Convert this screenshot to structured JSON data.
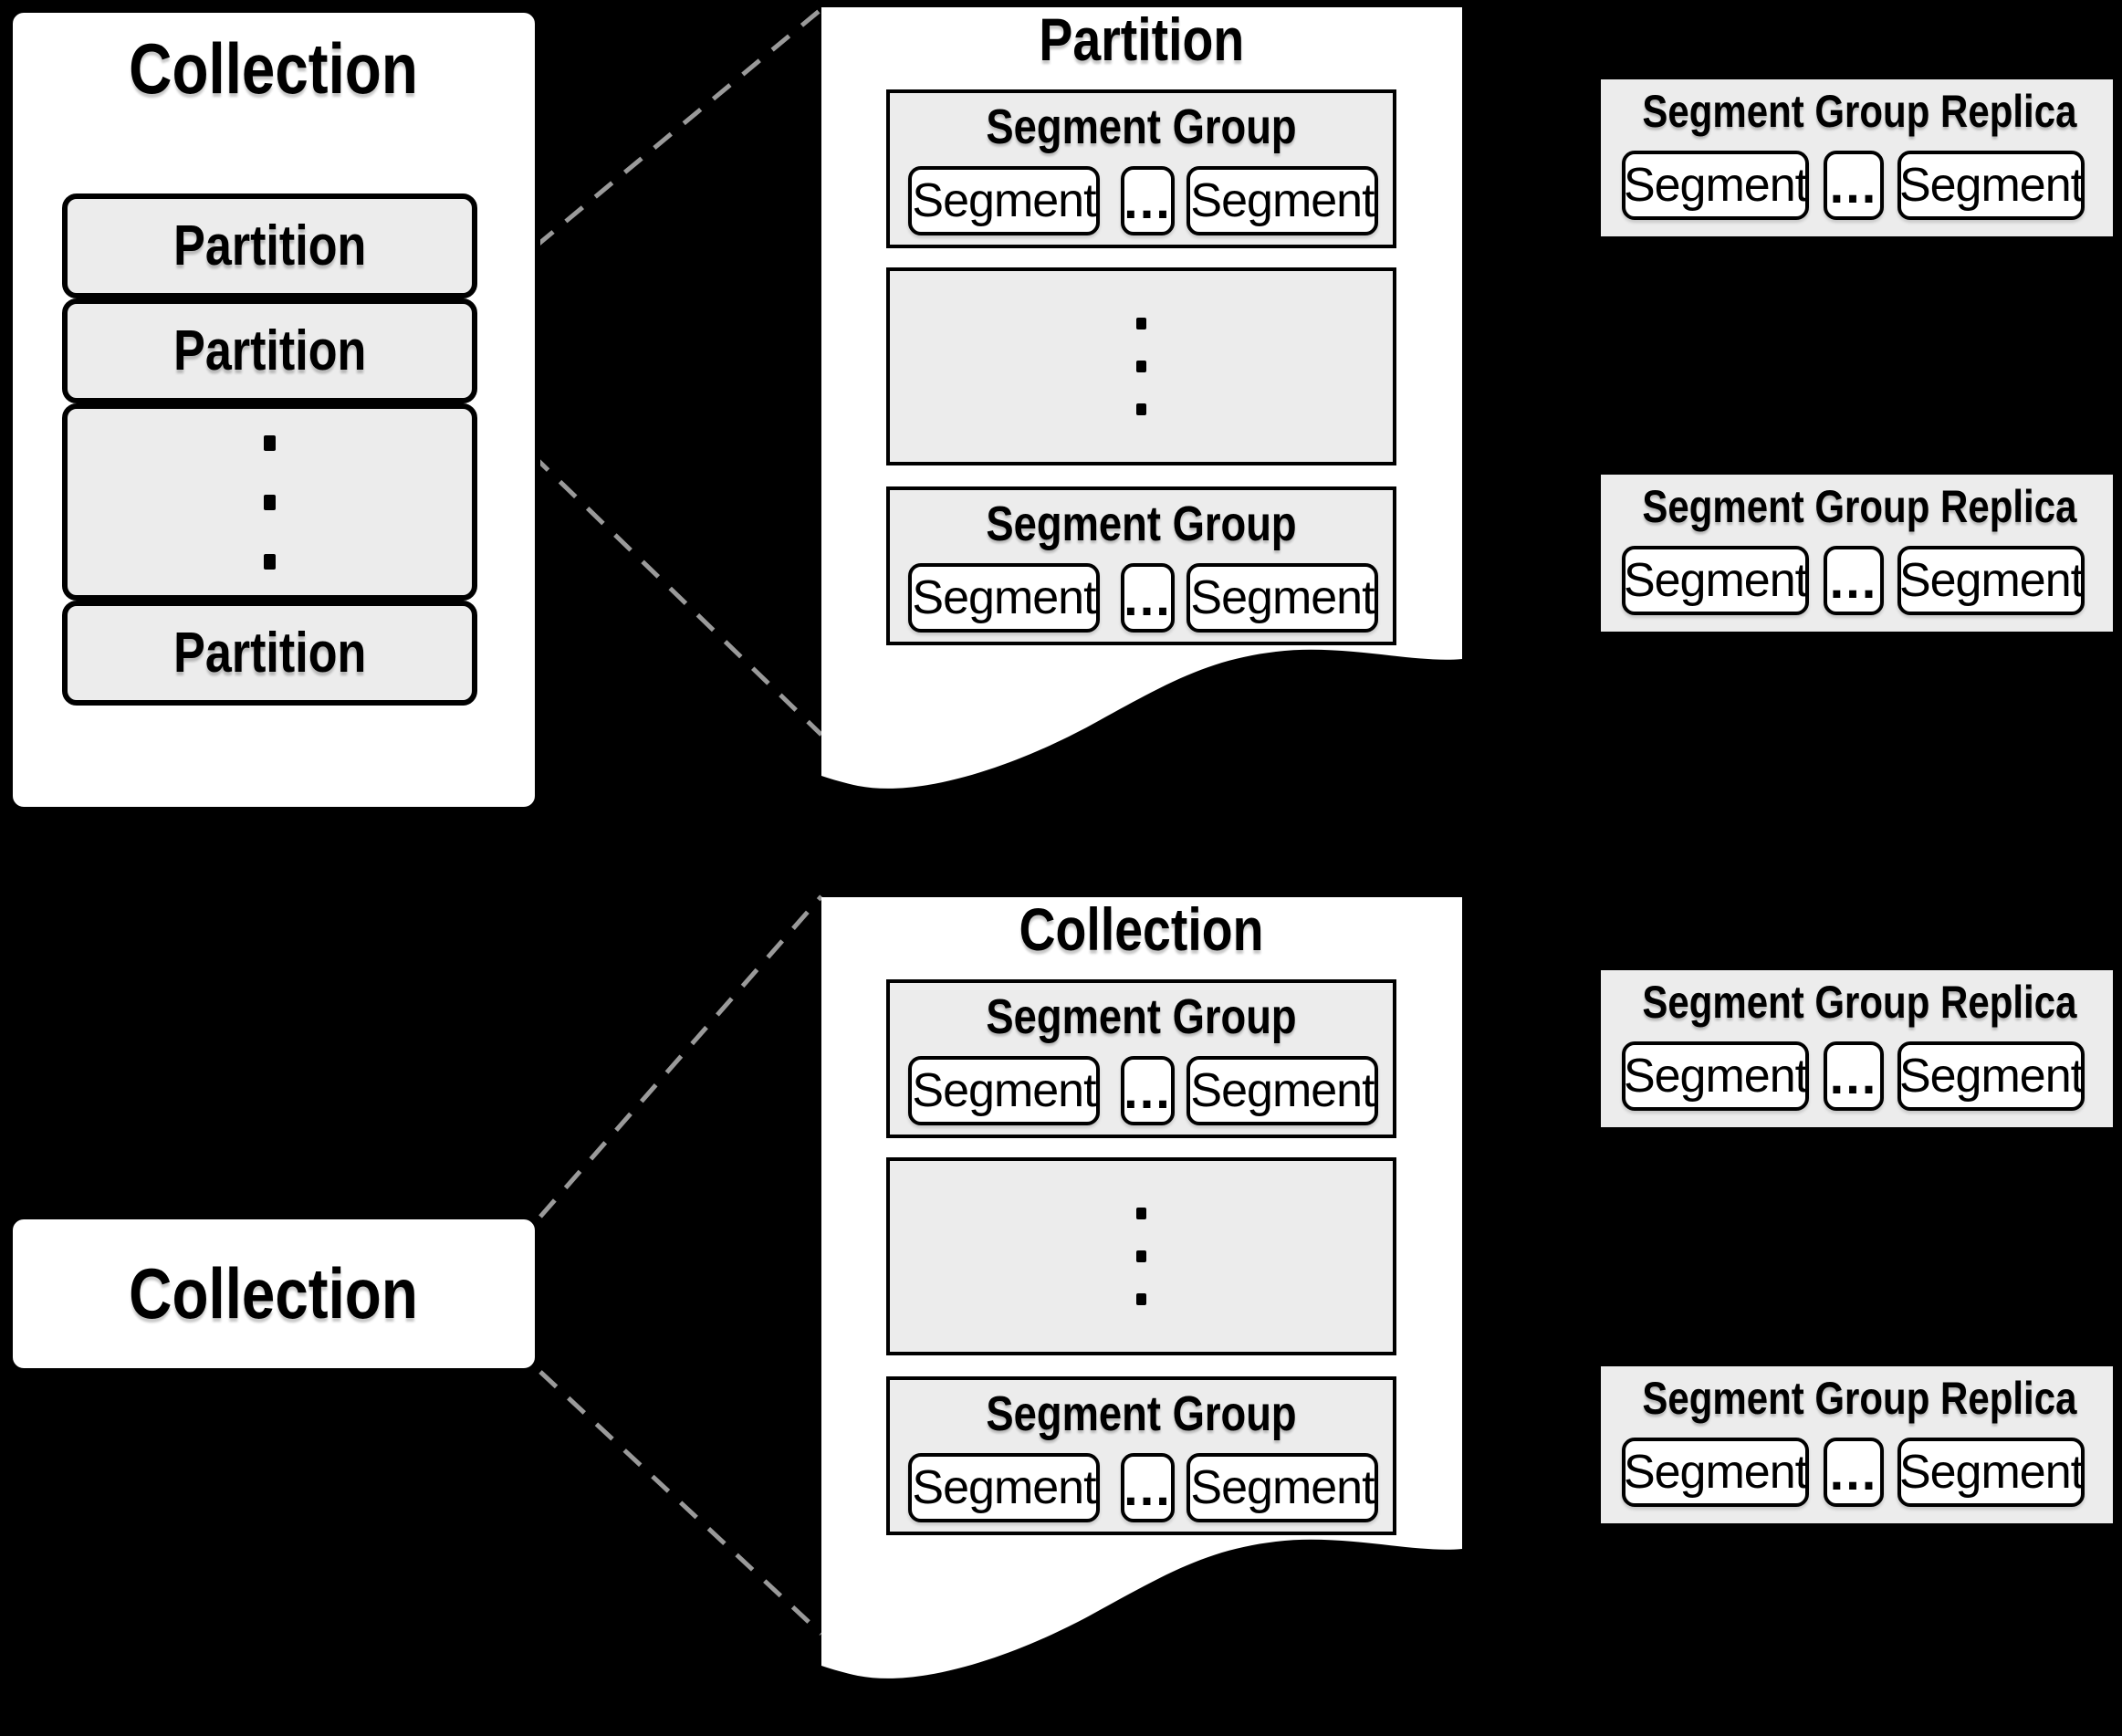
{
  "colors": {
    "background": "#000000",
    "page_fill": "#ffffff",
    "panel_fill": "#ececec",
    "border": "#000000",
    "dashed_line": "#9a9a9a"
  },
  "left_collection": {
    "title": "Collection",
    "partition_top": "Partition",
    "partition_middle": "Partition",
    "partition_bottom": "Partition"
  },
  "partition_page": {
    "title": "Partition"
  },
  "collection_page": {
    "title": "Collection"
  },
  "bottom_collection": {
    "title": "Collection"
  },
  "segment_group": {
    "title": "Segment Group",
    "segment": "Segment",
    "ellipsis": "..."
  },
  "replica": {
    "title": "Segment Group Replica",
    "segment": "Segment",
    "ellipsis": "..."
  }
}
